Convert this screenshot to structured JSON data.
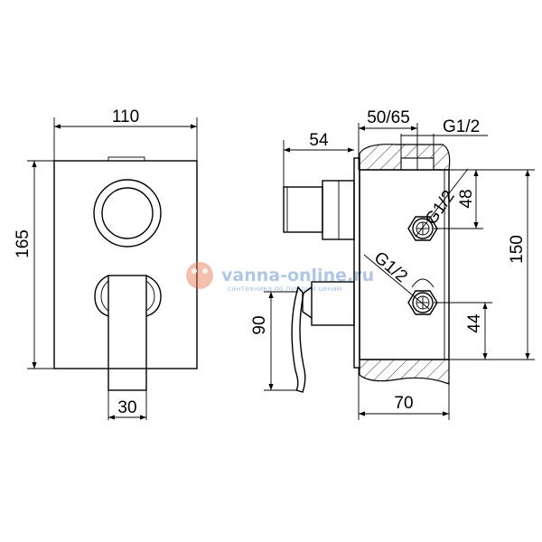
{
  "dimensions": {
    "front_width": "110",
    "front_height": "165",
    "lever_width": "30",
    "depth_cartridge": "54",
    "depth_box": "50/65",
    "thread_top": "G1/2",
    "thread_upper_outlet": "G1/2",
    "thread_lower_outlet": "G1/2",
    "upper_outlet_offset": "48",
    "box_height": "150",
    "lower_outlet_offset": "44",
    "lever_height": "90",
    "box_depth": "70"
  },
  "watermark": {
    "site": "vanna-online.ru",
    "tagline": "сантехника по лучшим ценам",
    "colors": {
      "logo": "#e8704a",
      "text": "#6f9bd0"
    }
  }
}
